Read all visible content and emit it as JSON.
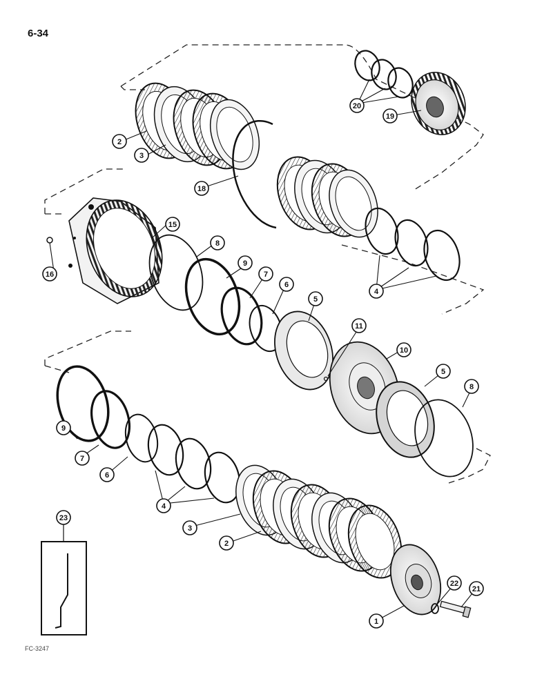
{
  "page": {
    "number": "6-34",
    "figure_code": "FC-3247"
  },
  "callouts": [
    "1",
    "2",
    "3",
    "4",
    "5",
    "6",
    "7",
    "8",
    "9",
    "10",
    "11",
    "15",
    "16",
    "18",
    "19",
    "20",
    "21",
    "22",
    "23"
  ],
  "callout_list": [
    {
      "id": "c20",
      "label": "20"
    },
    {
      "id": "c19",
      "label": "19"
    },
    {
      "id": "c2a",
      "label": "2"
    },
    {
      "id": "c3a",
      "label": "3"
    },
    {
      "id": "c18",
      "label": "18"
    },
    {
      "id": "c15",
      "label": "15"
    },
    {
      "id": "c16",
      "label": "16"
    },
    {
      "id": "c8a",
      "label": "8"
    },
    {
      "id": "c9a",
      "label": "9"
    },
    {
      "id": "c7a",
      "label": "7"
    },
    {
      "id": "c6a",
      "label": "6"
    },
    {
      "id": "c5a",
      "label": "5"
    },
    {
      "id": "c4a",
      "label": "4"
    },
    {
      "id": "c11",
      "label": "11"
    },
    {
      "id": "c10",
      "label": "10"
    },
    {
      "id": "c5b",
      "label": "5"
    },
    {
      "id": "c8b",
      "label": "8"
    },
    {
      "id": "c9b",
      "label": "9"
    },
    {
      "id": "c7b",
      "label": "7"
    },
    {
      "id": "c6b",
      "label": "6"
    },
    {
      "id": "c4b",
      "label": "4"
    },
    {
      "id": "c3b",
      "label": "3"
    },
    {
      "id": "c2b",
      "label": "2"
    },
    {
      "id": "c23",
      "label": "23"
    },
    {
      "id": "c22",
      "label": "22"
    },
    {
      "id": "c21",
      "label": "21"
    },
    {
      "id": "c1",
      "label": "1"
    }
  ]
}
